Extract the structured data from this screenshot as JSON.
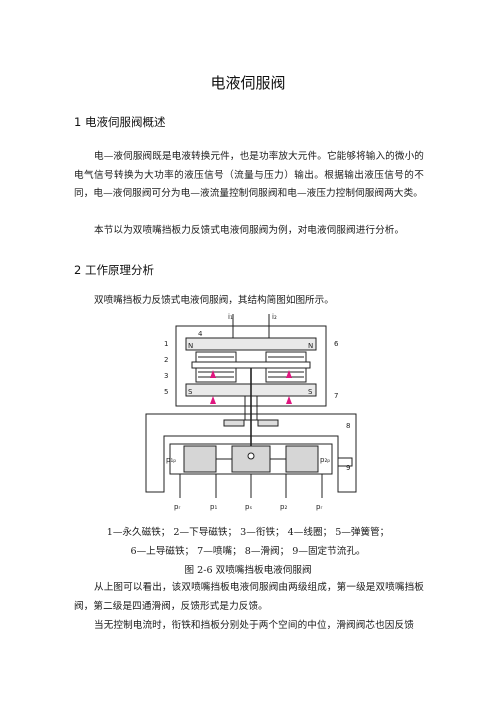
{
  "title": "电液伺服阀",
  "section1": {
    "heading": "1 电液伺服阀概述",
    "para1": "电—液伺服阀既是电液转换元件，也是功率放大元件。它能够将输入的微小的电气信号转换为大功率的液压信号（流量与压力）输出。根据输出液压信号的不同，电—液伺服阀可分为电—液流量控制伺服阀和电—液压力控制伺服阀两大类。",
    "para2": "本节以为双喷嘴挡板力反馈式电液伺服阀为例，对电液伺服阀进行分析。"
  },
  "section2": {
    "heading": "2 工作原理分析",
    "intro": "双喷嘴挡板力反馈式电液伺服阀，其结构简图如图所示。"
  },
  "figure": {
    "labels": {
      "i1": "i₁",
      "i2": "i₂",
      "n1": "1",
      "n2": "2",
      "n3": "3",
      "n4": "4",
      "n5": "5",
      "n6": "6",
      "n7": "7",
      "n8": "8",
      "n9": "9",
      "N": "N",
      "S": "S",
      "p1p": "p₁ₚ",
      "p2p": "p₂ₚ",
      "pr": "pᵣ",
      "ps": "pₛ",
      "p1": "p₁",
      "p2": "p₂"
    },
    "legend_line1": "1—永久磁铁； 2—下导磁铁； 3—衔铁； 4—线圈； 5—弹簧管；",
    "legend_line2": "6—上导磁铁； 7—喷嘴； 8—滑阀； 9—固定节流孔。",
    "caption": "图 2-6    双喷嘴挡板电液伺服阀"
  },
  "section3": {
    "para1": "从上图可以看出，该双喷嘴挡板电液伺服阀由两级组成，第一级是双喷嘴挡板阀，第二级是四通滑阀，反馈形式是力反馈。",
    "para2": "当无控制电流时，衔铁和挡板分别处于两个空间的中位，滑阀阀芯也因反馈"
  }
}
